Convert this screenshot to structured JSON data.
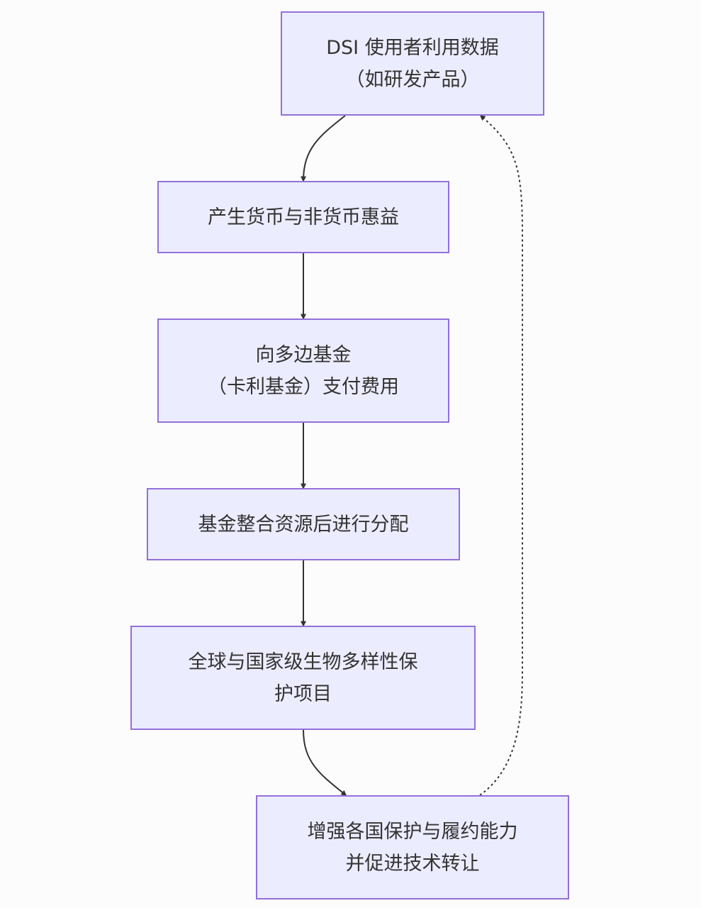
{
  "colors": {
    "background": "#fcfcfc",
    "node_fill": "#ececff",
    "node_border": "#9370db",
    "text": "#333333",
    "edge": "#333333"
  },
  "diagram": {
    "nodes": [
      {
        "id": "n1",
        "label": "DSI 使用者利用数据\n（如研发产品）"
      },
      {
        "id": "n2",
        "label": "产生货币与非货币惠益"
      },
      {
        "id": "n3",
        "label": "向多边基金\n（卡利基金）支付费用"
      },
      {
        "id": "n4",
        "label": "基金整合资源后进行分配"
      },
      {
        "id": "n5",
        "label": "全球与国家级生物多样性保\n护项目"
      },
      {
        "id": "n6",
        "label": "增强各国保护与履约能力\n并促进技术转让"
      }
    ],
    "edges": [
      {
        "from": "n1",
        "to": "n2",
        "style": "solid"
      },
      {
        "from": "n2",
        "to": "n3",
        "style": "solid"
      },
      {
        "from": "n3",
        "to": "n4",
        "style": "solid"
      },
      {
        "from": "n4",
        "to": "n5",
        "style": "solid"
      },
      {
        "from": "n5",
        "to": "n6",
        "style": "solid"
      },
      {
        "from": "n6",
        "to": "n1",
        "style": "dashed"
      }
    ]
  }
}
